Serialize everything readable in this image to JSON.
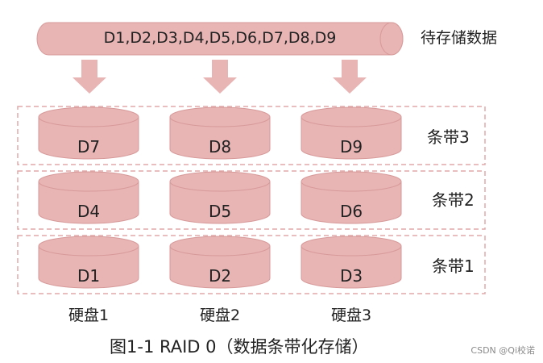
{
  "source": {
    "cylinder_text": "D1,D2,D3,D4,D5,D6,D7,D8,D9",
    "label": "待存储数据"
  },
  "stripes": [
    {
      "label": "条带3",
      "disks": [
        "D7",
        "D8",
        "D9"
      ]
    },
    {
      "label": "条带2",
      "disks": [
        "D4",
        "D5",
        "D6"
      ]
    },
    {
      "label": "条带1",
      "disks": [
        "D1",
        "D2",
        "D3"
      ]
    }
  ],
  "drives": [
    "硬盘1",
    "硬盘2",
    "硬盘3"
  ],
  "caption": "图1-1  RAID 0（数据条带化存储）",
  "watermark": "CSDN @Qi校诺",
  "colors": {
    "fill": "#e8b4b4",
    "stroke": "#d79a9a",
    "dashed": "#e0a8a8",
    "text": "#222222"
  }
}
